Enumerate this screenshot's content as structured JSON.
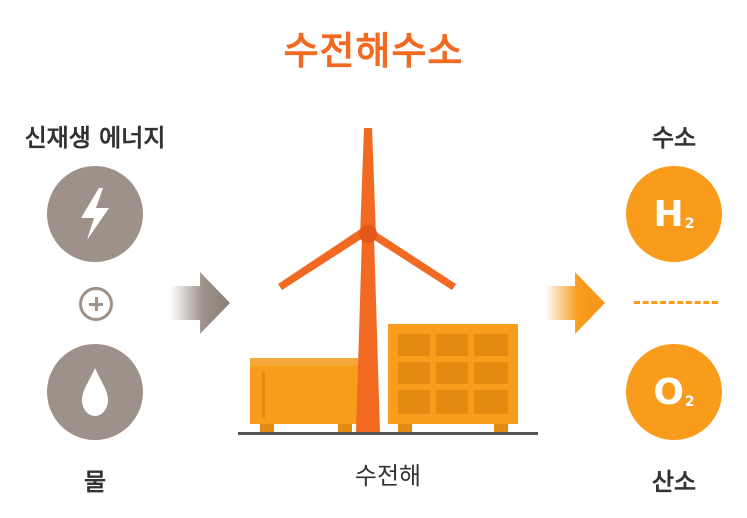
{
  "title": "수전해수소",
  "inputs": {
    "renewable_label": "신재생 에너지",
    "water_label": "물"
  },
  "process": {
    "label": "수전해"
  },
  "outputs": {
    "hydrogen_label": "수소",
    "hydrogen_symbol": "H",
    "hydrogen_subscript": "2",
    "oxygen_label": "산소",
    "oxygen_symbol": "O",
    "oxygen_subscript": "2"
  },
  "colors": {
    "accent": "#F26A21",
    "orange": "#F99C1C",
    "gray_circle": "#9E9189"
  },
  "icons": [
    "lightning-icon",
    "water-drop-icon",
    "plus-icon",
    "wind-turbine-icon",
    "battery-container-icon",
    "solar-panel-icon",
    "arrow-right-icon"
  ]
}
